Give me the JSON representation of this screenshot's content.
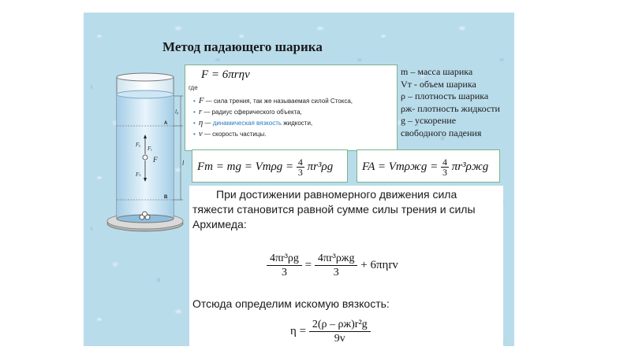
{
  "title": "Метод падающего шарика",
  "diagram": {
    "labels": {
      "l0": "l₀",
      "a": "A",
      "fa": "Fₐ",
      "fc": "Fₑ",
      "f": "F",
      "ft": "Fₜ",
      "l": "l",
      "b": "B"
    }
  },
  "stokes": {
    "formula": "F = 6πrηv",
    "where": "где",
    "items": [
      {
        "sym": "F",
        "text": " — сила трения, так же называемая силой Стокса,"
      },
      {
        "sym": "r",
        "text": " — радиус сферического объекта,"
      },
      {
        "sym": "η",
        "text": " — ",
        "highlight": "динамическая вязкость",
        "after": " жидкости,"
      },
      {
        "sym": "v",
        "text": " — скорость частицы."
      }
    ]
  },
  "legend": [
    "m – масса шарика",
    "Vт - объем шарика",
    "ρ – плотность шарика",
    "ρж- плотность жидкости",
    "g – ускорение",
    "свободного падения"
  ],
  "gravity": {
    "lhs": "Fт = mg = Vтρg =",
    "num": "4",
    "den": "3",
    "rhs": "πr³ρg"
  },
  "archimedes": {
    "lhs": "FA = Vтρжg =",
    "num": "4",
    "den": "3",
    "rhs": "πr³ρжg"
  },
  "main": {
    "text1": "При достижении равномерного движения сила тяжести становится равной сумме силы трения и силы Архимеда:",
    "eq1": {
      "left_num": "4πr³ρg",
      "left_den": "3",
      "eq": "=",
      "right_num": "4πr³ρжg",
      "right_den": "3",
      "plus": "+ 6πηrv"
    },
    "text2": "Отсюда определим искомую вязкость:",
    "eq2": {
      "lhs": "η =",
      "num": "2(ρ – ρж)r²g",
      "den": "9v"
    }
  }
}
